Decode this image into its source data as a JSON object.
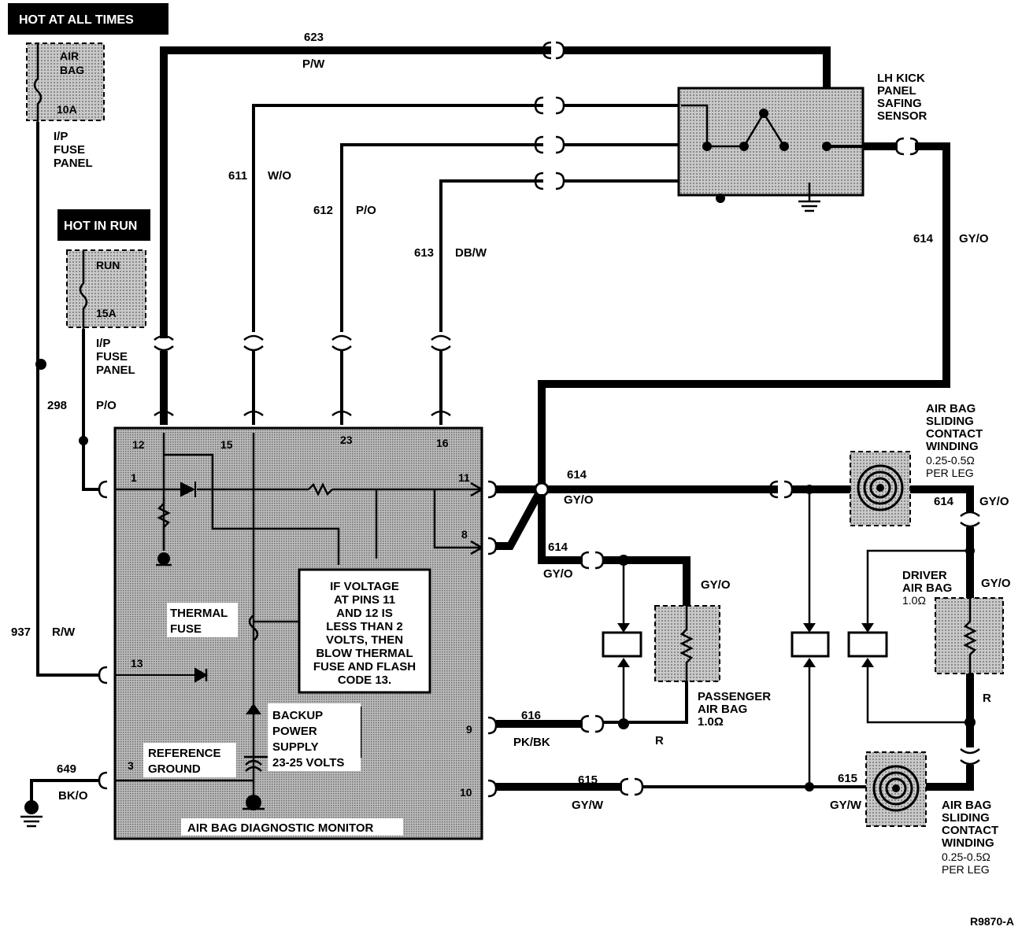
{
  "headers": {
    "hot_at_all_times": "HOT AT ALL TIMES",
    "hot_in_run": "HOT IN RUN"
  },
  "fuses": {
    "airbag_fuse_label1": "AIR",
    "airbag_fuse_label2": "BAG",
    "airbag_fuse_rating": "10A",
    "run_fuse_label": "RUN",
    "run_fuse_rating": "15A",
    "panel1_line1": "I/P",
    "panel1_line2": "FUSE",
    "panel1_line3": "PANEL",
    "panel2_line1": "I/P",
    "panel2_line2": "FUSE",
    "panel2_line3": "PANEL"
  },
  "wires": {
    "w623_num": "623",
    "w623_color": "P/W",
    "w611_num": "611",
    "w611_color": "W/O",
    "w612_num": "612",
    "w612_color": "P/O",
    "w613_num": "613",
    "w613_color": "DB/W",
    "w614_num_top": "614",
    "w614_color_top": "GY/O",
    "w298_num": "298",
    "w298_color": "P/O",
    "w937_num": "937",
    "w937_color": "R/W",
    "w649_num": "649",
    "w649_color": "BK/O",
    "w614_num_mid": "614",
    "w614_color_mid": "GY/O",
    "w614_num_low": "614",
    "w614_color_low": "GY/O",
    "w614_num_right": "614",
    "w614_color_right": "GY/O",
    "gyo_pass": "GY/O",
    "gyo_driver": "GY/O",
    "w616_num": "616",
    "w616_color": "PK/BK",
    "r_pass": "R",
    "r_driver": "R",
    "w615_num_left": "615",
    "w615_color_left": "GY/W",
    "w615_num_right": "615",
    "w615_color_right": "GY/W"
  },
  "sensor": {
    "line1": "LH KICK",
    "line2": "PANEL",
    "line3": "SAFING",
    "line4": "SENSOR"
  },
  "monitor": {
    "title": "AIR BAG DIAGNOSTIC MONITOR",
    "pins": [
      "12",
      "15",
      "23",
      "16",
      "1",
      "11",
      "8",
      "13",
      "9",
      "3",
      "10"
    ],
    "thermal_line1": "THERMAL",
    "thermal_line2": "FUSE",
    "backup_line1": "BACKUP",
    "backup_line2": "POWER",
    "backup_line3": "SUPPLY",
    "backup_line4": "23-25 VOLTS",
    "ref_line1": "REFERENCE",
    "ref_line2": "GROUND",
    "note": [
      "IF VOLTAGE",
      "AT PINS 11",
      "AND 12 IS",
      "LESS THAN 2",
      "VOLTS, THEN",
      "BLOW THERMAL",
      "FUSE AND FLASH",
      "CODE 13."
    ]
  },
  "components": {
    "contact_top": [
      "AIR BAG",
      "SLIDING",
      "CONTACT",
      "WINDING",
      "0.25-0.5Ω",
      "PER LEG"
    ],
    "contact_bottom": [
      "AIR BAG",
      "SLIDING",
      "CONTACT",
      "WINDING",
      "0.25-0.5Ω",
      "PER LEG"
    ],
    "driver": [
      "DRIVER",
      "AIR BAG",
      "1.0Ω"
    ],
    "passenger": [
      "PASSENGER",
      "AIR BAG",
      "1.0Ω"
    ]
  },
  "figure_id": "R9870-A"
}
